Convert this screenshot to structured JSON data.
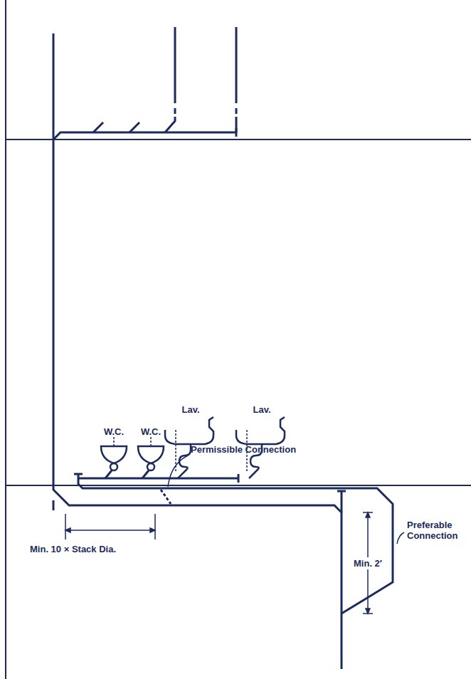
{
  "diagram": {
    "labels": [
      "W.C.",
      "W.C.",
      "Lav.",
      "Lav.",
      "Permissible Connection",
      "Preferable Connection",
      "Min. 2′",
      "Min. 10 × Stack Dia."
    ]
  }
}
